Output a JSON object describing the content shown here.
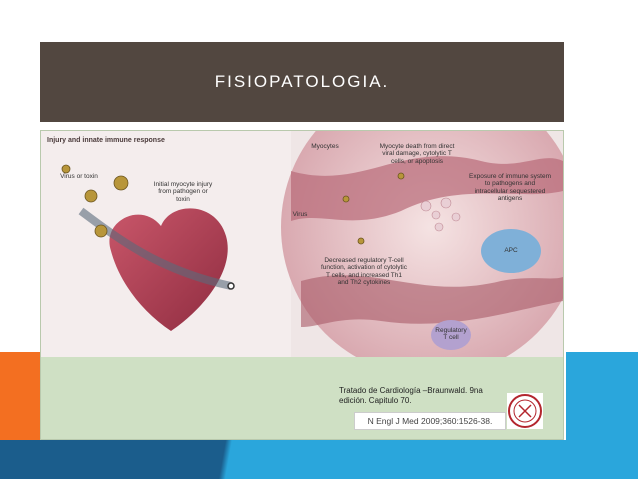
{
  "slide": {
    "title": "FISIOPATOLOGIA."
  },
  "figure": {
    "panel_title": "Injury and innate immune response",
    "labels": {
      "virus_toxin": "Virus or toxin",
      "initial_injury": "Initial myocyte injury from pathogen or toxin",
      "myocytes": "Myocytes",
      "myocyte_death": "Myocyte death from direct viral damage, cytolytic T cells, or apoptosis",
      "exposure": "Exposure of immune system to pathogens and intracellular sequestered antigens",
      "virus": "Virus",
      "apc": "APC",
      "decreased_regulatory": "Decreased regulatory T-cell function, activation of cytolytic T cells, and increased Th1 and Th2 cytokines",
      "regulatory_t_cell": "Regulatory T cell"
    },
    "citation": "Tratado de Cardiología –Braunwald. 9na edición. Capitulo 70.",
    "reference": "N Engl J Med 2009;360:1526-38."
  },
  "colors": {
    "title_bar": "#524740",
    "accent_orange": "#f36f21",
    "accent_blue": "#2aa6dc",
    "accent_dark_blue": "#1b5d8c",
    "figure_bg": "#cfe0c4"
  }
}
